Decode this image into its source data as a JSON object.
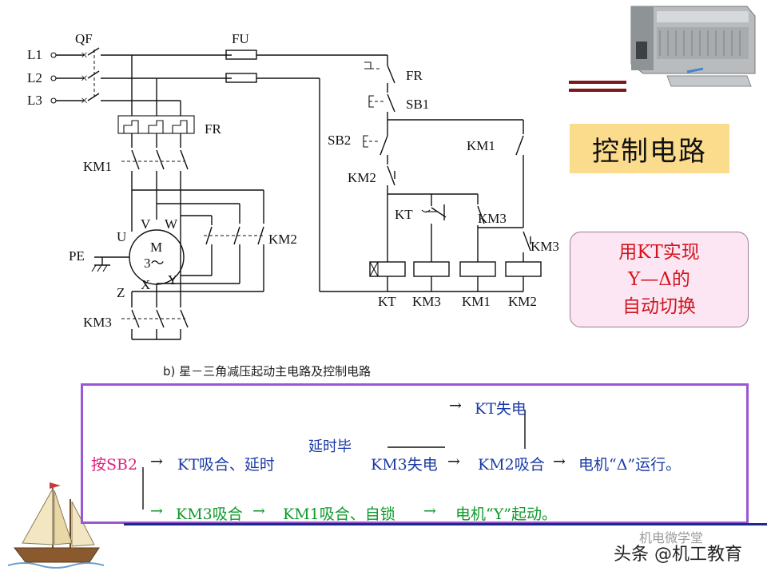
{
  "circuit": {
    "lines": [
      "L1",
      "L2",
      "L3"
    ],
    "breaker": "QF",
    "fuse": "FU",
    "thermal_relay": "FR",
    "km1": "KM1",
    "km2": "KM2",
    "km3": "KM3",
    "motor_u": "U",
    "motor_v": "V",
    "motor_w": "W",
    "motor_x": "X",
    "motor_y": "Y",
    "motor_z": "Z",
    "motor_m": "M",
    "motor_phase": "3～",
    "pe": "PE",
    "ctrl_fr": "FR",
    "sb1": "SB1",
    "sb2": "SB2",
    "ctrl_km1": "KM1",
    "ctrl_km2": "KM2",
    "ctrl_kt": "KT",
    "ctrl_km3_contact": "KM3",
    "ctrl_km3_nc": "KM3",
    "coils": [
      "KT",
      "KM3",
      "KM1",
      "KM2"
    ],
    "caption": "b) 星－三角减压起动主电路及控制电路"
  },
  "title": "控制电路",
  "kt_note": {
    "line1": "用KT实现",
    "line2": "Y—Δ的",
    "line3": "自动切换"
  },
  "sequence": {
    "press": "按SB2",
    "arrow1": "→",
    "kt_on": "KT吸合、延时",
    "delay_label": "延时毕",
    "km3_off": "KM3失电",
    "arrow2": "→",
    "km2_on": "KM2吸合",
    "arrow3": "→",
    "motor_delta": "电机“Δ”运行。",
    "kt_off_arrow": "→",
    "kt_off": "KT失电",
    "branch_arrow": "→",
    "km3_on": "KM3吸合",
    "arrow4": "→",
    "km1_on": "KM1吸合、自锁",
    "arrow5": "→",
    "motor_star": "电机“Y”起动。"
  },
  "footer": {
    "source": "头条 @机工教育",
    "watermark": "机电微学堂"
  },
  "colors": {
    "title_bg": "#fbdc8c",
    "note_bg": "#fce6f4",
    "note_text": "#d4141c",
    "frame": "#9b57d3",
    "blue_text": "#1a3aa4",
    "pink_text": "#e0207c",
    "green_text": "#0e9a2a",
    "footer_line": "#1b2a8c"
  }
}
